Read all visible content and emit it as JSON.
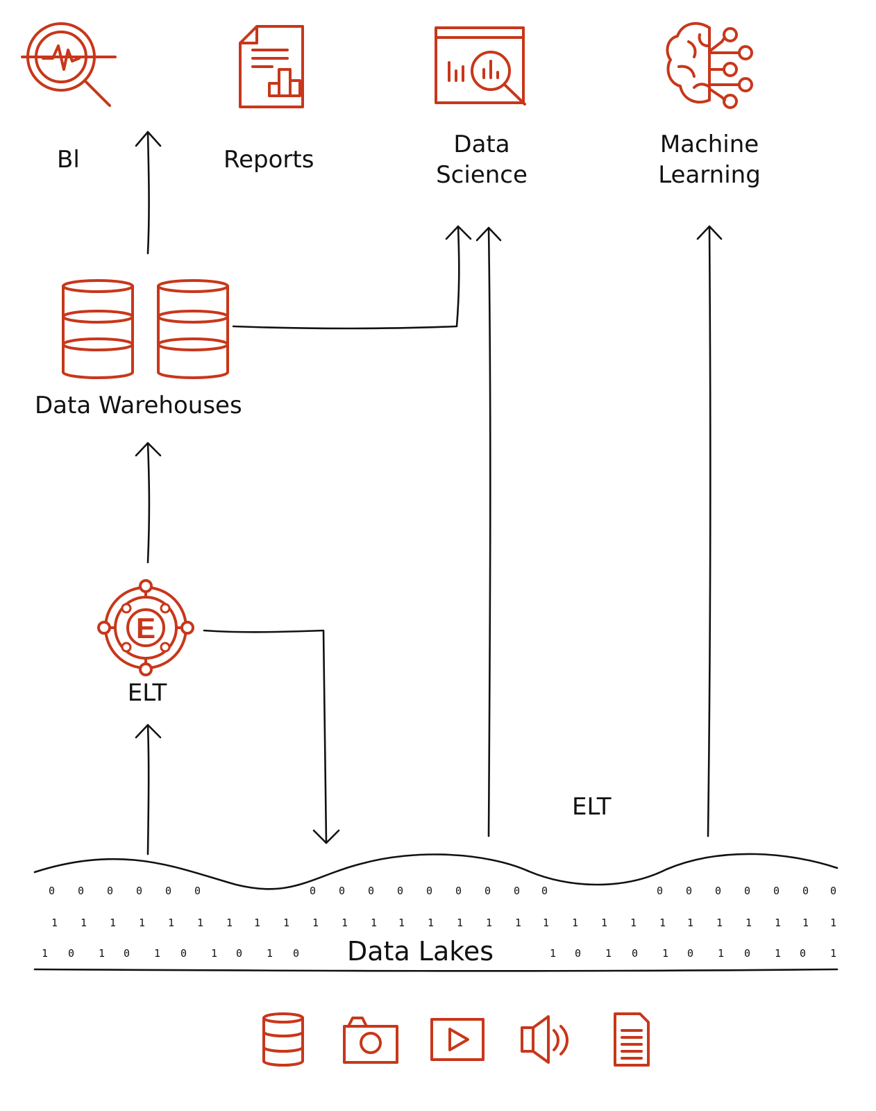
{
  "accent_color": "#c8371a",
  "line_color": "#111111",
  "top_row": [
    {
      "icon": "bi-magnifier-icon",
      "label": "Bl"
    },
    {
      "icon": "report-document-icon",
      "label": "Reports"
    },
    {
      "icon": "data-science-icon",
      "label_lines": [
        "Data",
        "Science"
      ]
    },
    {
      "icon": "machine-learning-brain-icon",
      "label_lines": [
        "Machine",
        "Learning"
      ]
    }
  ],
  "warehouse": {
    "icon": "database-pair-icon",
    "label": "Data Warehouses"
  },
  "elt_node": {
    "icon": "elt-wheel-icon",
    "label": "ELT",
    "glyph": "E"
  },
  "elt_side_label": "ELT",
  "data_lake": {
    "label": "Data Lakes",
    "bit_rows": [
      [
        "0",
        "0",
        "0",
        "0",
        "0",
        "0",
        "0",
        "0",
        "0",
        "0",
        "0",
        "0",
        "0",
        "0",
        "0",
        "0",
        "0",
        "0",
        "0",
        "0",
        "0",
        "0"
      ],
      [
        "1",
        "1",
        "1",
        "1",
        "1",
        "1",
        "1",
        "1",
        "1",
        "1",
        "1",
        "1",
        "1",
        "1",
        "1",
        "1",
        "1",
        "1",
        "1",
        "1",
        "1",
        "1",
        "1",
        "1",
        "1",
        "1",
        "1",
        "1"
      ],
      [
        "1",
        "0",
        "1",
        "0",
        "1",
        "0",
        "1",
        "0",
        "1",
        "0",
        "1",
        "0",
        "1",
        "0",
        "1",
        "0",
        "1",
        "0",
        "1",
        "0",
        "1"
      ]
    ]
  },
  "source_icons": [
    "database-icon",
    "camera-icon",
    "video-play-icon",
    "speaker-icon",
    "document-icon"
  ]
}
